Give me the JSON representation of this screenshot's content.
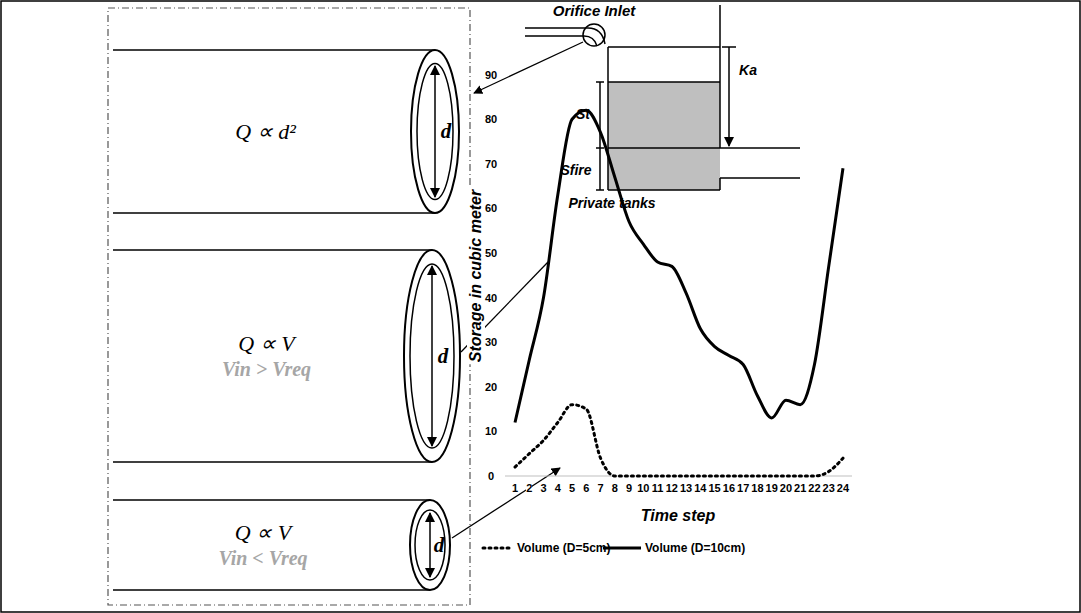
{
  "diagram": {
    "nodes": [
      {
        "text": [
          "Q ∝ d²",
          "d"
        ]
      },
      {
        "text": [
          "Q ∝ V",
          "Vin > Vreq",
          "d"
        ]
      },
      {
        "text": [
          "Q ∝ V",
          "Vin < Vreq",
          "d"
        ]
      },
      {
        "text": [
          "Orifice Inlet"
        ]
      }
    ],
    "labels": [
      "Private tanks",
      "St",
      "Sfire",
      "Ka",
      "Storage in cubic meter",
      "Time step",
      "0",
      "10",
      "20",
      "30",
      "40",
      "50",
      "60",
      "70",
      "80",
      "90",
      "1",
      "2",
      "3",
      "4",
      "5",
      "6",
      "7",
      "8",
      "9",
      "10",
      "11",
      "12",
      "13",
      "14",
      "15",
      "16",
      "17",
      "18",
      "19",
      "20",
      "21",
      "22",
      "23",
      "24"
    ],
    "legend": [
      {
        "text": "Volume (D=5cm)"
      },
      {
        "text": "Volume (D=10cm)"
      }
    ]
  }
}
